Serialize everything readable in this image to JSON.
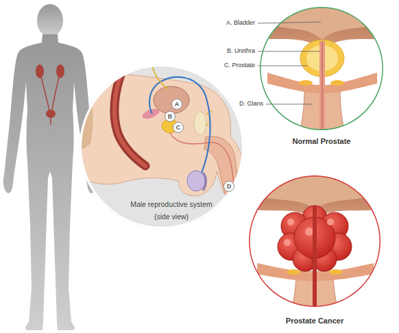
{
  "diagram": {
    "nodes": [
      {
        "text": [
          "Male reproductive system (side view)"
        ]
      },
      {
        "text": [
          "A"
        ],
        "in": 0
      },
      {
        "text": [
          "B"
        ],
        "in": 0
      },
      {
        "text": [
          "C"
        ],
        "in": 0
      },
      {
        "text": [
          "D"
        ],
        "in": 0
      },
      {
        "text": [
          "Normal Prostate"
        ]
      },
      {
        "text": [
          "Prostate Cancer"
        ]
      }
    ],
    "labels": [
      "A. Bladder",
      "B. Urethra",
      "C. Prostate",
      "D. Glans"
    ]
  }
}
